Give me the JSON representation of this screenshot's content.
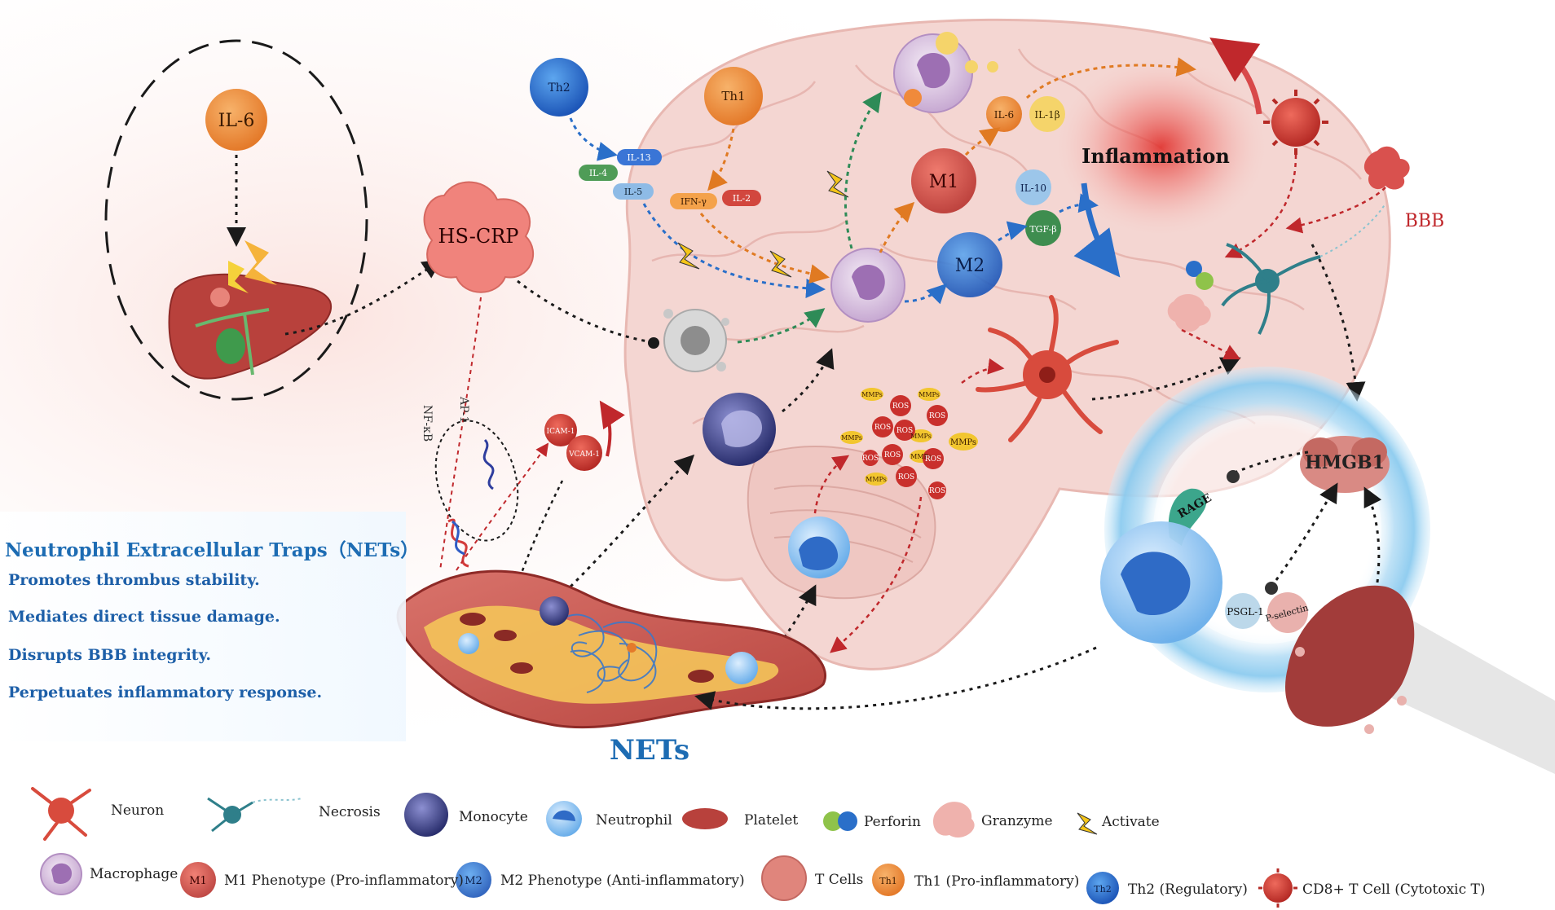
{
  "labels": {
    "il6": "IL-6",
    "hs_crp": "HS-CRP",
    "th2": "Th2",
    "th1": "Th1",
    "il13": "IL-13",
    "il4": "IL-4",
    "il5": "IL-5",
    "ifn_gamma": "IFN-γ",
    "il2": "IL-2",
    "m1": "M1",
    "m2": "M2",
    "il6_b": "IL-6",
    "il1b": "IL-1β",
    "il10": "IL-10",
    "tgfb": "TGF-β",
    "inflammation": "Inflammation",
    "bbb": "BBB",
    "ap1": "AP-1",
    "nfkb": "NF-κB",
    "icam": "ICAM-1",
    "vcam": "VCAM-1",
    "mmps": "MMPs",
    "ros": "ROS",
    "hmgb1": "HMGB1",
    "rage": "RAGE",
    "psgl1": "PSGL-1",
    "pselectin": "P-selectin",
    "nets": "NETs"
  },
  "nets_box": {
    "title": "Neutrophil Extracellular Traps（NETs）",
    "items": [
      "Promotes thrombus stability.",
      "Mediates direct tissue damage.",
      "Disrupts BBB integrity.",
      "Perpetuates inflammatory response."
    ]
  },
  "legend": {
    "neuron": "Neuron",
    "necrosis": "Necrosis",
    "monocyte": "Monocyte",
    "neutrophil": "Neutrophil",
    "platelet": "Platelet",
    "perforin": "Perforin",
    "granzyme": "Granzyme",
    "activate": "Activate",
    "macrophage": "Macrophage",
    "m1_phenotype": "M1 Phenotype (Pro-inflammatory)",
    "m2_phenotype": "M2 Phenotype (Anti-inflammatory)",
    "t_cells": "T Cells",
    "th1_pro": "Th1 (Pro-inflammatory)",
    "th2_reg": "Th2 (Regulatory)",
    "cd8": "CD8+ T Cell (Cytotoxic T)",
    "icon_m1": "M1",
    "icon_m2": "M2",
    "icon_th1": "Th1",
    "icon_th2": "Th2"
  },
  "colors": {
    "nets_blue": "#1d6cb3",
    "inflammation_red": "#e43d3d",
    "bbb_red": "#c0282c",
    "brain_pink": "#f4d6d2",
    "arrow_black": "#1a1a1a",
    "arrow_blue": "#2a6fc9",
    "arrow_green": "#2e8b57",
    "arrow_orange": "#e07a22",
    "arrow_red": "#c0282c"
  },
  "icons": [
    "liver-icon",
    "lightning-icon",
    "neuron-icon",
    "necrosis-icon",
    "monocyte-icon",
    "neutrophil-icon",
    "platelet-icon",
    "perforin-icon",
    "granzyme-icon",
    "macrophage-icon",
    "t-cell-icon",
    "cd8-t-cell-icon",
    "blood-vessel-icon"
  ]
}
